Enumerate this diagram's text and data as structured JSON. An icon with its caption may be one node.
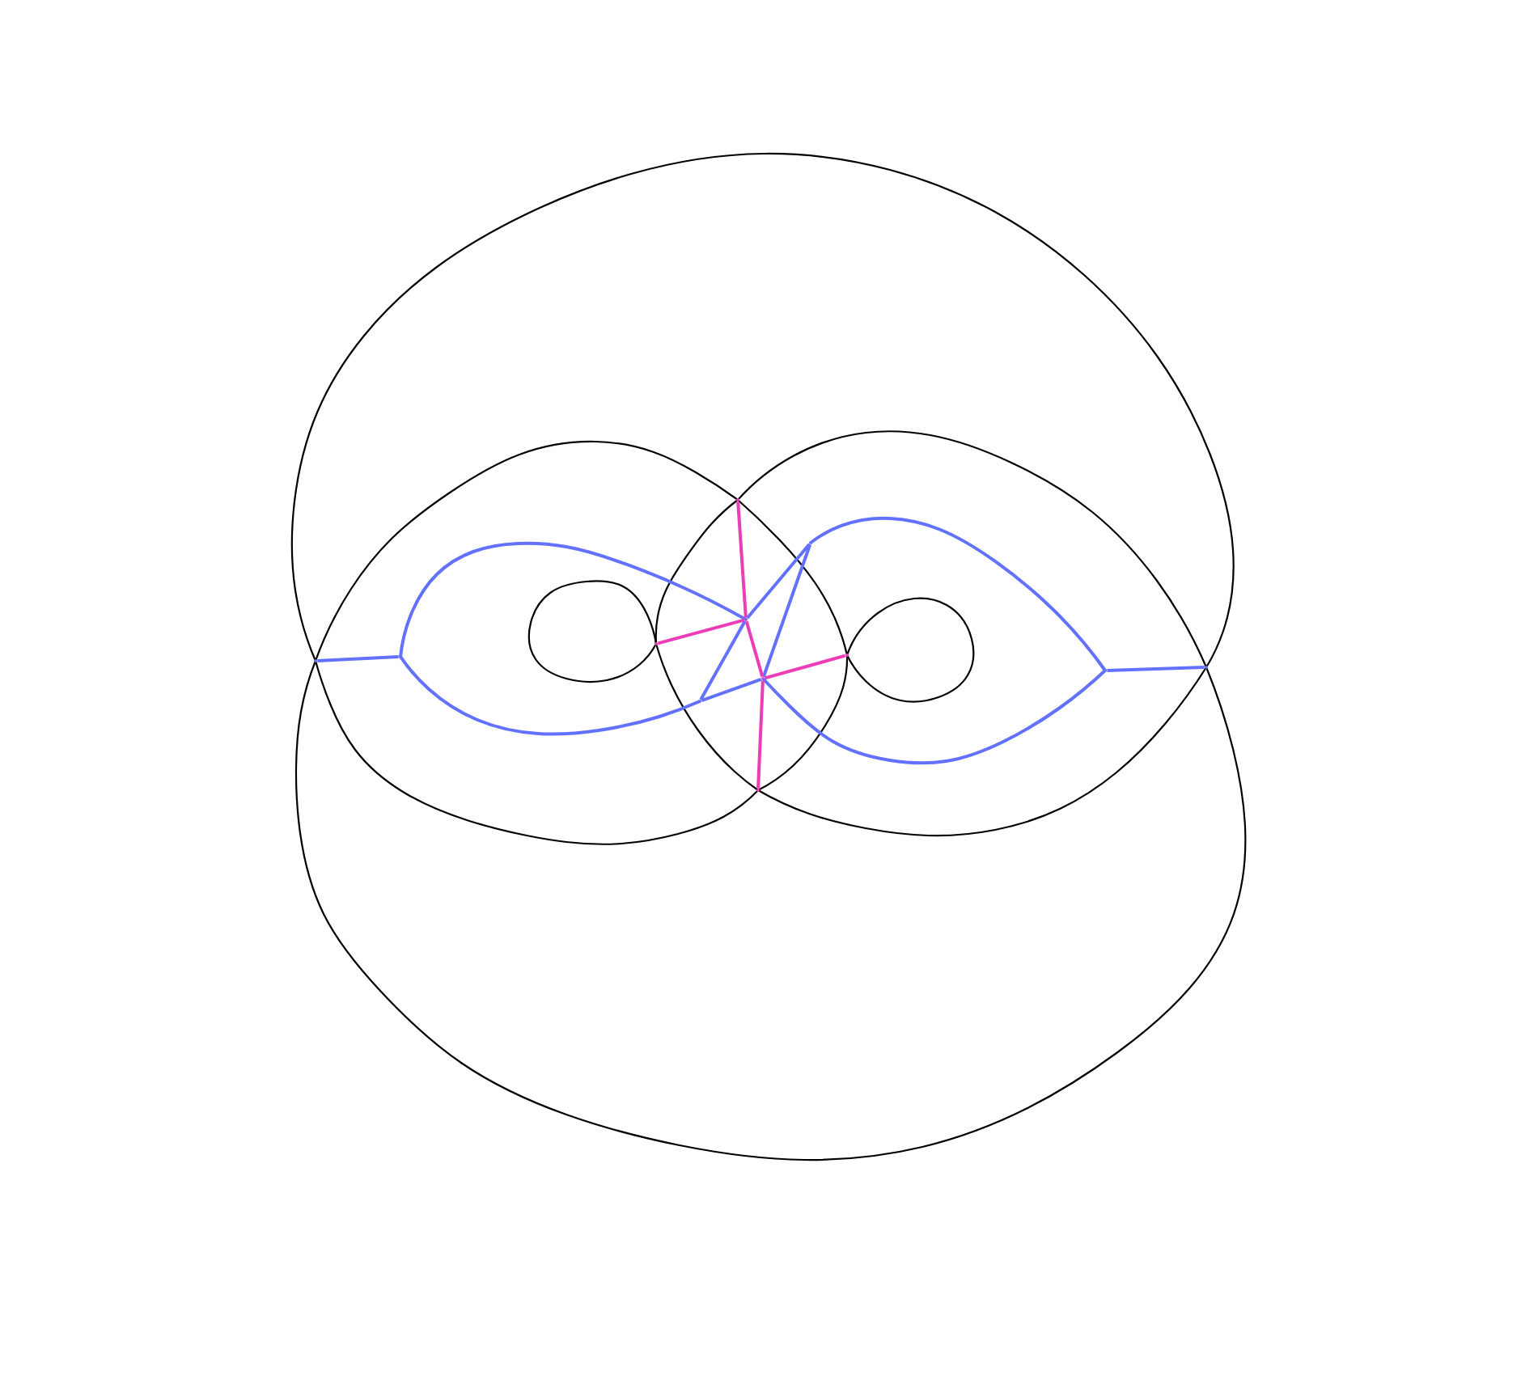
{
  "diagram": {
    "nodes": [
      {
        "text": [],
        "shape": "dot"
      },
      {
        "text": [],
        "shape": "dot"
      },
      {
        "text": [],
        "shape": "dot"
      },
      {
        "text": [],
        "shape": "dot"
      },
      {
        "text": [],
        "shape": "dot"
      },
      {
        "text": [],
        "shape": "dot"
      },
      {
        "text": [],
        "shape": "dot"
      },
      {
        "text": [],
        "shape": "dot"
      },
      {
        "text": [],
        "shape": "dot"
      },
      {
        "text": [],
        "shape": "dot"
      },
      {
        "text": [],
        "shape": "dot"
      },
      {
        "text": [],
        "shape": "dot"
      }
    ],
    "edges": [
      {
        "from": 0,
        "to": 1,
        "arrow": "none"
      },
      {
        "from": 1,
        "to": 5,
        "arrow": "none"
      },
      {
        "from": 1,
        "to": 3,
        "arrow": "none"
      },
      {
        "from": 3,
        "to": 5,
        "arrow": "none"
      },
      {
        "from": 3,
        "to": 7,
        "arrow": "none"
      },
      {
        "from": 5,
        "to": 8,
        "arrow": "none"
      },
      {
        "from": 8,
        "to": 7,
        "arrow": "none"
      },
      {
        "from": 8,
        "to": 10,
        "arrow": "none"
      },
      {
        "from": 7,
        "to": 10,
        "arrow": "none"
      },
      {
        "from": 10,
        "to": 11,
        "arrow": "none"
      },
      {
        "from": 4,
        "to": 5,
        "arrow": "none",
        "color": "#ec3cb8"
      },
      {
        "from": 2,
        "to": 5,
        "arrow": "none",
        "color": "#ec3cb8"
      },
      {
        "from": 5,
        "to": 7,
        "arrow": "none",
        "color": "#ec3cb8"
      },
      {
        "from": 7,
        "to": 9,
        "arrow": "none",
        "color": "#ec3cb8"
      },
      {
        "from": 7,
        "to": 6,
        "arrow": "none",
        "color": "#ec3cb8"
      }
    ]
  }
}
